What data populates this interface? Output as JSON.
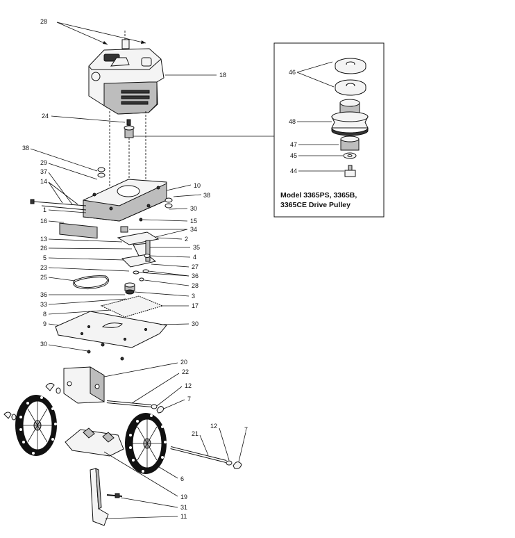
{
  "callouts": {
    "c28": "28",
    "c18": "18",
    "c24": "24",
    "c38a": "38",
    "c29": "29",
    "c37": "37",
    "c14": "14",
    "c10": "10",
    "c38b": "38",
    "c30a": "30",
    "c1": "1",
    "c15": "15",
    "c16": "16",
    "c34": "34",
    "c13": "13",
    "c2": "2",
    "c26": "26",
    "c35": "35",
    "c5": "5",
    "c4": "4",
    "c23": "23",
    "c27": "27",
    "c25": "25",
    "c36a": "36",
    "c28b": "28",
    "c36b": "36",
    "c3": "3",
    "c33": "33",
    "c17": "17",
    "c8": "8",
    "c9": "9",
    "c30b": "30",
    "c30c": "30",
    "c20": "20",
    "c22": "22",
    "c12a": "12",
    "c7a": "7",
    "c21": "21",
    "c12b": "12",
    "c7b": "7",
    "c6": "6",
    "c19": "19",
    "c31": "31",
    "c11": "11",
    "c46": "46",
    "c48": "48",
    "c47": "47",
    "c45": "45",
    "c44": "44"
  },
  "inset": {
    "caption_line1": "Model 3365PS, 3365B,",
    "caption_line2": "3365CE Drive Pulley"
  }
}
